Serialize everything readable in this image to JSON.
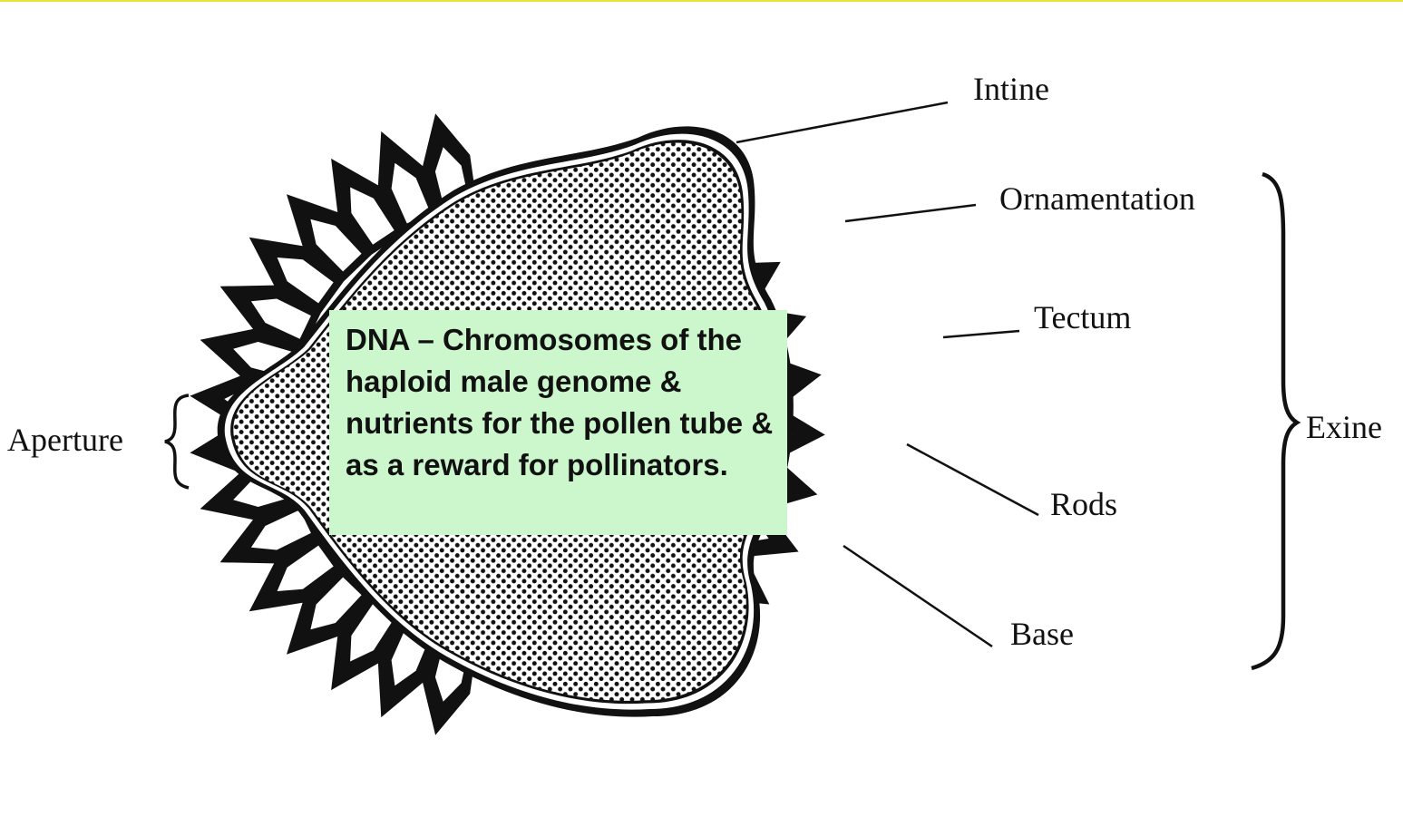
{
  "labels": {
    "intine": "Intine",
    "ornamentation": "Ornamentation",
    "tectum": "Tectum",
    "rods": "Rods",
    "base": "Base",
    "aperture": "Aperture",
    "exine": "Exine"
  },
  "callout": {
    "text": "DNA – Chromosomes of the haploid male genome & nutrients for the pollen tube & as a reward for pollinators."
  },
  "colors": {
    "callout_bg": "#ccf7cc",
    "ink": "#111111",
    "top_border": "#e8e43a"
  }
}
